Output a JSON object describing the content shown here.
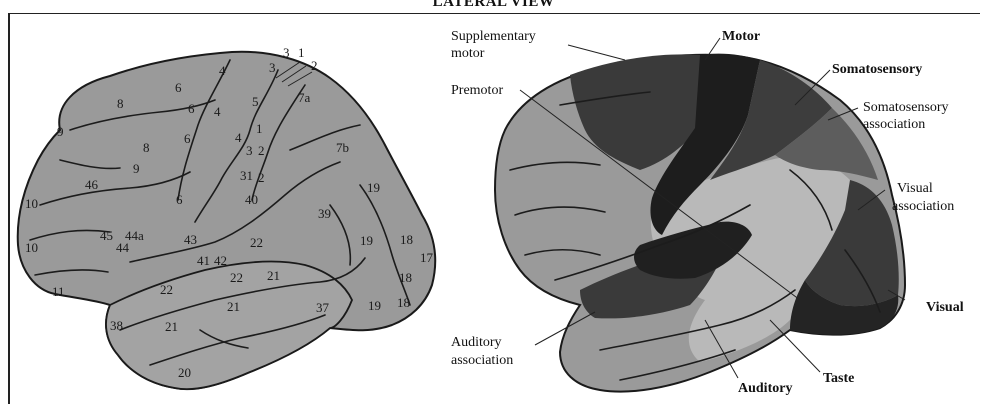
{
  "title": "LATERAL VIEW",
  "colors": {
    "brain_gray": "#9a9a9a",
    "light_region": "#b9b9b9",
    "dark_region": "#3a3a3a",
    "darkest_region": "#1d1d1d",
    "mid_dark_region": "#5d5d5d",
    "outline": "#1a1a1a"
  },
  "left_brain": {
    "area_numbers": [
      "3",
      "1",
      "2",
      "4",
      "6",
      "8",
      "5",
      "7a",
      "9",
      "8",
      "6",
      "4",
      "1",
      "2",
      "3",
      "7b",
      "9",
      "46",
      "31",
      "2",
      "40",
      "6",
      "39",
      "19",
      "10",
      "44a",
      "45",
      "44",
      "43",
      "22",
      "19",
      "18",
      "10",
      "41",
      "42",
      "22",
      "21",
      "18",
      "17",
      "11",
      "22",
      "21",
      "37",
      "19",
      "18",
      "38",
      "21",
      "20",
      "4",
      "6",
      "3"
    ]
  },
  "right_brain": {
    "labels": {
      "supplementary_motor_1": "Supplementary",
      "supplementary_motor_2": "motor",
      "motor": "Motor",
      "somatosensory": "Somatosensory",
      "premotor": "Premotor",
      "somatosensory_assoc_1": "Somatosensory",
      "somatosensory_assoc_2": "association",
      "visual_assoc_1": "Visual",
      "visual_assoc_2": "association",
      "visual": "Visual",
      "auditory_assoc_1": "Auditory",
      "auditory_assoc_2": "association",
      "taste": "Taste",
      "auditory": "Auditory"
    }
  }
}
